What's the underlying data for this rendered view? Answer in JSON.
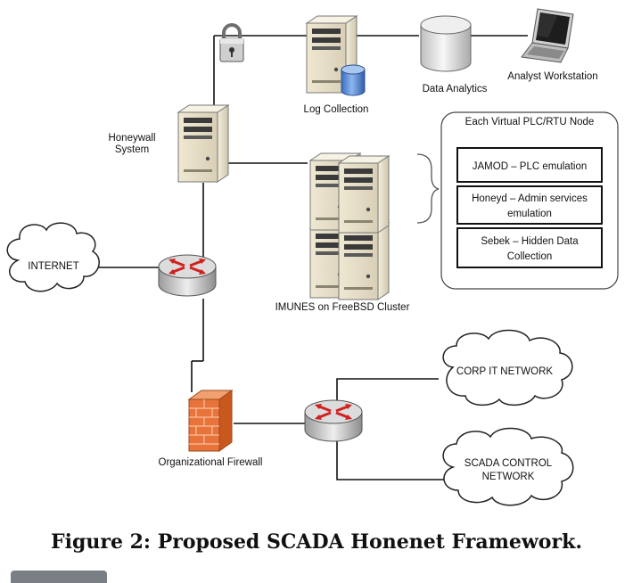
{
  "labels": {
    "log_collection": "Log Collection",
    "data_analytics": "Data Analytics",
    "analyst_workstation": "Analyst Workstation",
    "honeywall_line1": "Honeywall",
    "honeywall_line2": "System",
    "node_box_title": "Each Virtual PLC/RTU Node",
    "jamod": "JAMOD – PLC emulation",
    "honeyd_line1": "Honeyd – Admin services",
    "honeyd_line2": "emulation",
    "sebek_line1": "Sebek – Hidden Data",
    "sebek_line2": "Collection",
    "internet": "INTERNET",
    "imunes": "IMUNES on FreeBSD Cluster",
    "corp_it": "CORP IT NETWORK",
    "scada_line1": "SCADA CONTROL",
    "scada_line2": "NETWORK",
    "firewall": "Organizational Firewall"
  },
  "caption": "Figure 2: Proposed SCADA Honenet Framework.",
  "icons": {
    "lock": "padlock-icon",
    "server": "tower-server-icon",
    "database": "database-cylinder-icon",
    "laptop": "laptop-icon",
    "router": "router-icon",
    "firewall": "brick-firewall-icon",
    "cloud": "cloud-icon"
  },
  "colors": {
    "line": "#111111",
    "server_body": "#e6ddc4",
    "router_arrows": "#d02020",
    "firewall": "#e8743b",
    "database_blue": "#5a8fd6"
  }
}
